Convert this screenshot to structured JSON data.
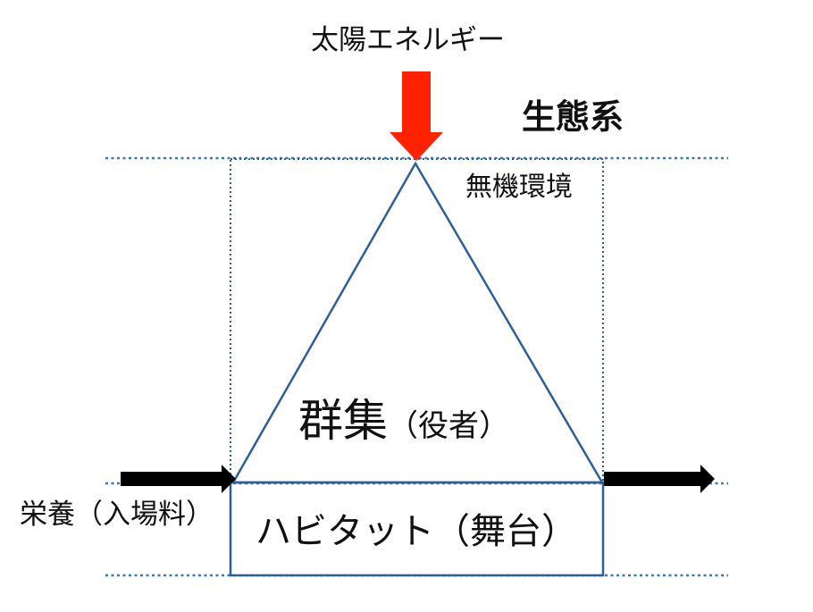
{
  "title": "生態系",
  "solar_energy_label": "太陽エネルギー",
  "abiotic_label": "無機環境",
  "community": {
    "main": "群集",
    "sub": "（役者）"
  },
  "nutrients_label": "栄養（入場料）",
  "habitat_label": "ハビタット（舞台）",
  "colors": {
    "line": "#2e5f96",
    "dotted": "#3a78b8",
    "sun_arrow": "#ff2200",
    "flow_arrow": "#000000"
  }
}
